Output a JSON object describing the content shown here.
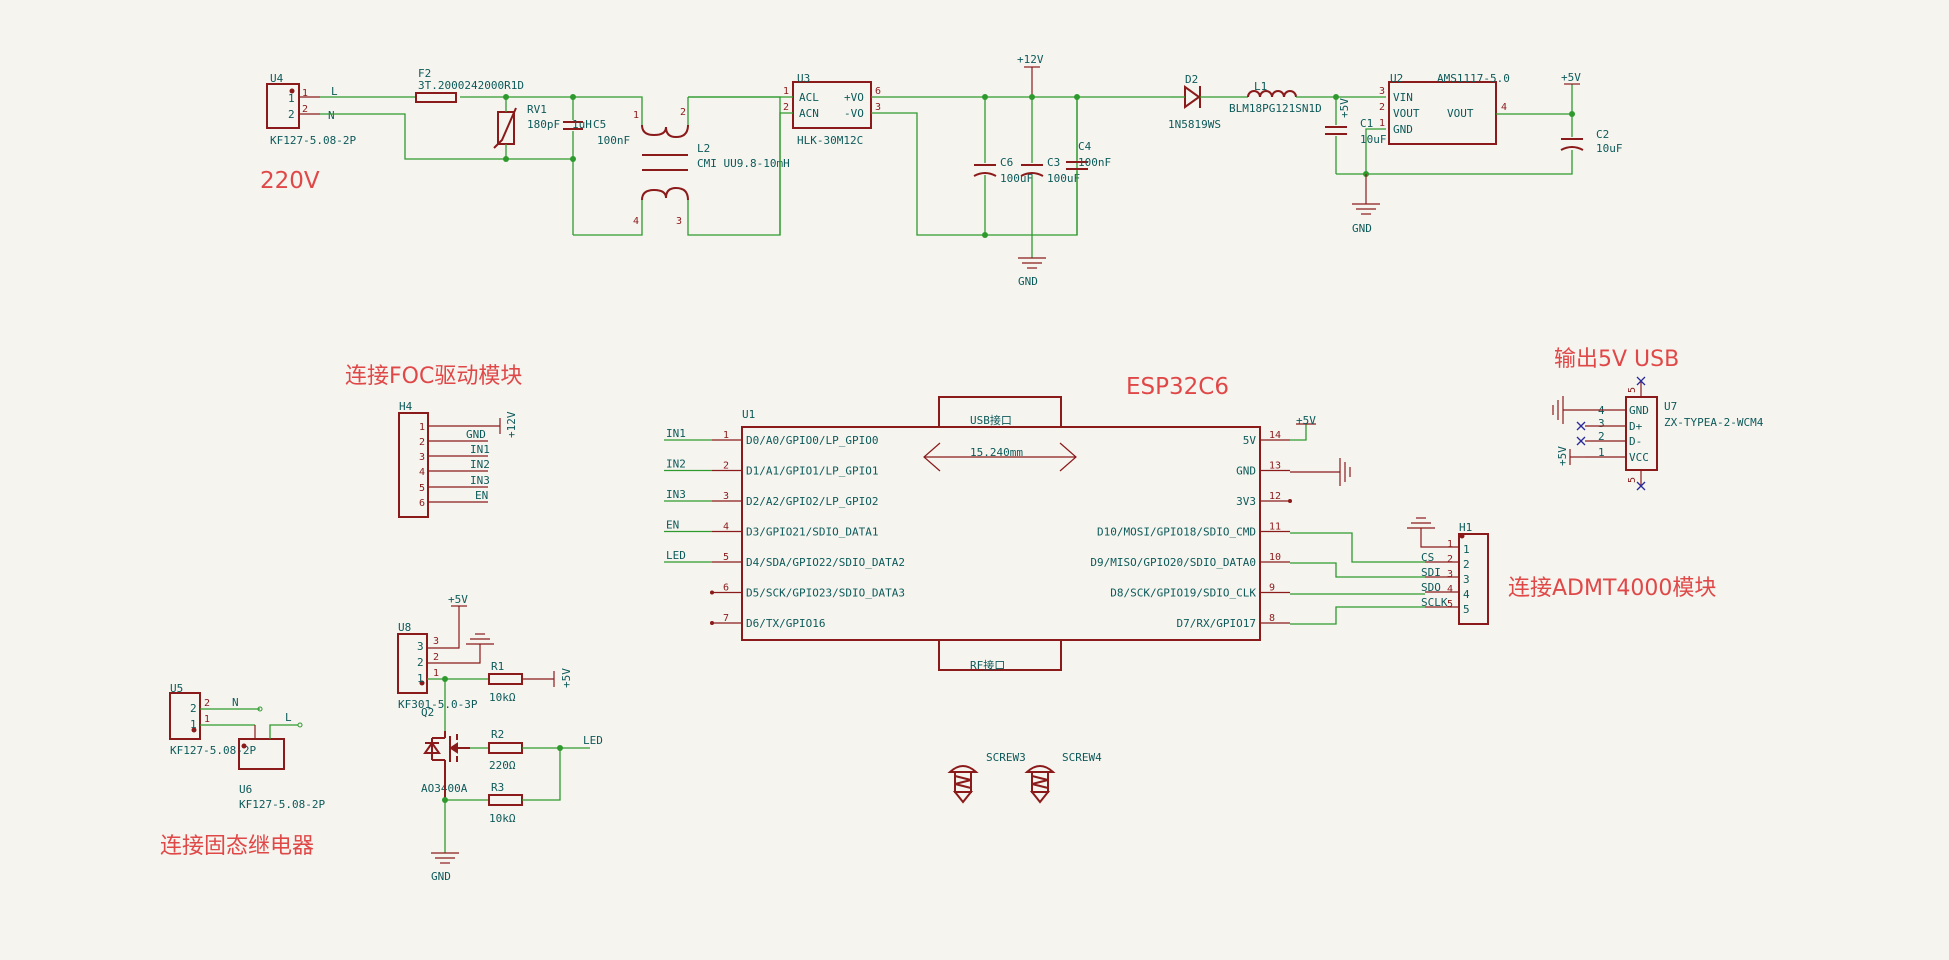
{
  "sections": {
    "v220": "220V",
    "foc": "连接FOC驱动模块",
    "esp": "ESP32C6",
    "usb5v": "输出5V USB",
    "admt": "连接ADMT4000模块",
    "ssr": "连接固态继电器"
  },
  "power": {
    "u4_ref": "U4",
    "u4_val": "KF127-5.08-2P",
    "net_l": "L",
    "net_n": "N",
    "f2_ref": "F2",
    "f2_val": "3T.2000242000R1D",
    "rv1_ref": "RV1",
    "rv1_val": "180pF",
    "c5_ref": "C5",
    "c5_val": "100nF",
    "c5_extra": "1uH",
    "l2_ref": "L2",
    "l2_val": "CMI UU9.8-10mH",
    "u3_ref": "U3",
    "u3_val": "HLK-30M12C",
    "u3_acl": "ACL",
    "u3_acn": "ACN",
    "u3_vop": "+VO",
    "u3_von": "-VO",
    "p12v": "+12V",
    "c6_ref": "C6",
    "c6_val": "100uF",
    "c3_ref": "C3",
    "c3_val": "100uF",
    "c4_ref": "C4",
    "c4_val": "100nF",
    "gnd": "GND",
    "d2_ref": "D2",
    "d2_val": "1N5819WS",
    "l1_ref": "L1",
    "l1_val": "BLM18PG121SN1D",
    "u2_ref": "U2",
    "u2_val": "AMS1117-5.0",
    "u2_vin": "VIN",
    "u2_vout": "VOUT",
    "u2_gnd": "GND",
    "c1_ref": "C1",
    "c1_val": "10uF",
    "c2_ref": "C2",
    "c2_val": "10uF",
    "p5v": "+5V"
  },
  "h4": {
    "ref": "H4",
    "pins": [
      "1",
      "2",
      "3",
      "4",
      "5",
      "6"
    ],
    "nets": [
      "GND",
      "IN1",
      "IN2",
      "IN3",
      "EN"
    ],
    "p12v": "+12V"
  },
  "u1": {
    "ref": "U1",
    "usb_tab": "USB接口",
    "rf_tab": "RF接口",
    "dim": "15.240mm",
    "left_nets": [
      "IN1",
      "IN2",
      "IN3",
      "EN",
      "LED"
    ],
    "left_pins": [
      "1",
      "2",
      "3",
      "4",
      "5",
      "6",
      "7"
    ],
    "left_names": [
      "D0/A0/GPIO0/LP_GPIO0",
      "D1/A1/GPIO1/LP_GPIO1",
      "D2/A2/GPIO2/LP_GPIO2",
      "D3/GPIO21/SDIO_DATA1",
      "D4/SDA/GPIO22/SDIO_DATA2",
      "D5/SCK/GPIO23/SDIO_DATA3",
      "D6/TX/GPIO16"
    ],
    "right_pins": [
      "14",
      "13",
      "12",
      "11",
      "10",
      "9",
      "8"
    ],
    "right_names": [
      "5V",
      "GND",
      "3V3",
      "D10/MOSI/GPIO18/SDIO_CMD",
      "D9/MISO/GPIO20/SDIO_DATA0",
      "D8/SCK/GPIO19/SDIO_CLK",
      "D7/RX/GPIO17"
    ],
    "p5v": "+5V"
  },
  "h1": {
    "ref": "H1",
    "pins": [
      "1",
      "2",
      "3",
      "4",
      "5"
    ],
    "outer_pins": [
      "1",
      "2",
      "3",
      "4",
      "5"
    ],
    "nets": [
      "CS",
      "SDI",
      "SDO",
      "SCLK"
    ]
  },
  "u7": {
    "ref": "U7",
    "val": "ZX-TYPEA-2-WCM4",
    "pins": [
      "4",
      "3",
      "2",
      "1"
    ],
    "names": [
      "GND",
      "D+",
      "D-",
      "VCC"
    ],
    "shell": "5",
    "p5v": "+5V"
  },
  "ssr": {
    "u8_ref": "U8",
    "u8_val": "KF301-5.0-3P",
    "u8_pins": [
      "3",
      "2",
      "1"
    ],
    "p5v": "+5V",
    "r1_ref": "R1",
    "r1_val": "10kΩ",
    "q2_ref": "Q2",
    "q2_val": "AO3400A",
    "r2_ref": "R2",
    "r2_val": "220Ω",
    "r3_ref": "R3",
    "r3_val": "10kΩ",
    "led": "LED",
    "gnd": "GND",
    "u5_ref": "U5",
    "u5_val": "KF127-5.08-2P",
    "u5_pins": [
      "2",
      "1"
    ],
    "net_n": "N",
    "net_l": "L",
    "u6_ref": "U6",
    "u6_val": "KF127-5.08-2P"
  },
  "screws": {
    "s3": "SCREW3",
    "s4": "SCREW4"
  }
}
